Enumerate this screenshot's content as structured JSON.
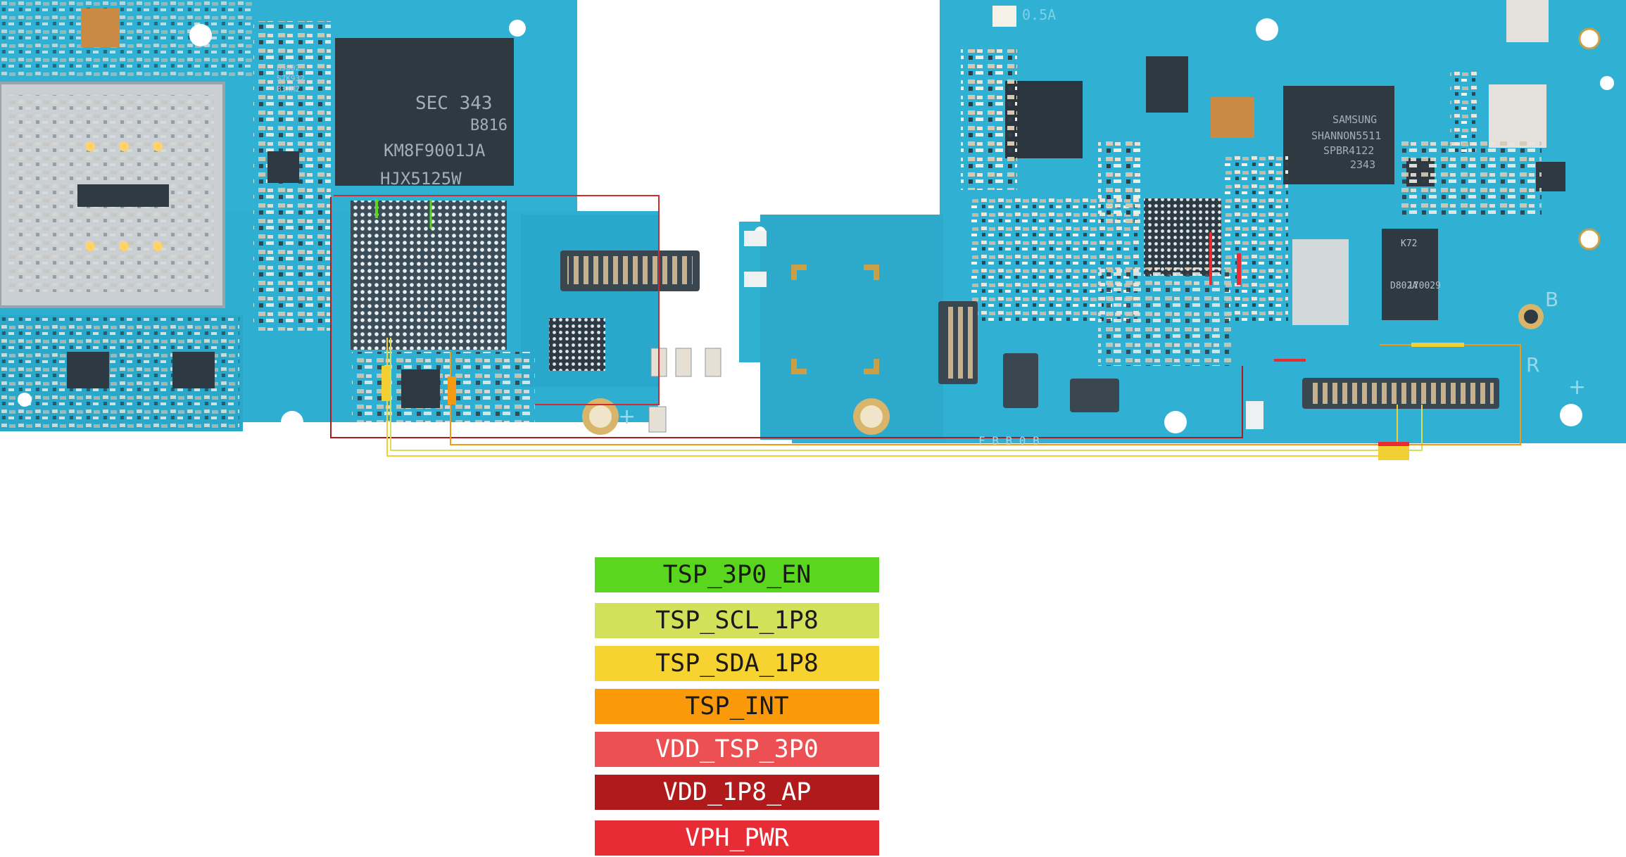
{
  "chip_labels": {
    "memory": [
      "SEC 343",
      "B816",
      "KM8F9001JA",
      "HJX5125W"
    ],
    "modem": [
      "SAMSUNG",
      "SHANNON5511",
      "SPBR4122",
      "2343"
    ],
    "small_ic": [
      "K72",
      "D802A",
      "170029"
    ],
    "pmic_small": [
      "B9802",
      "S7K932",
      "B3XH2"
    ]
  },
  "silkscreen": {
    "top_text": "0.5A",
    "marks": [
      "B",
      "R",
      "+",
      "+"
    ],
    "bottom_text": "F B B 0 B"
  },
  "legend": [
    {
      "label": "TSP_3P0_EN",
      "color": "#5ad61f",
      "text_color": "#1a1a1a"
    },
    {
      "label": "TSP_SCL_1P8",
      "color": "#d3e05a",
      "text_color": "#1a1a1a"
    },
    {
      "label": "TSP_SDA_1P8",
      "color": "#f7d332",
      "text_color": "#1a1a1a"
    },
    {
      "label": "TSP_INT",
      "color": "#fa9a0b",
      "text_color": "#1a1a1a"
    },
    {
      "label": "VDD_TSP_3P0",
      "color": "#ec5052",
      "text_color": "#ffffff"
    },
    {
      "label": "VDD_1P8_AP",
      "color": "#b11a1b",
      "text_color": "#ffffff"
    },
    {
      "label": "VPH_PWR",
      "color": "#e72c36",
      "text_color": "#ffffff"
    }
  ]
}
